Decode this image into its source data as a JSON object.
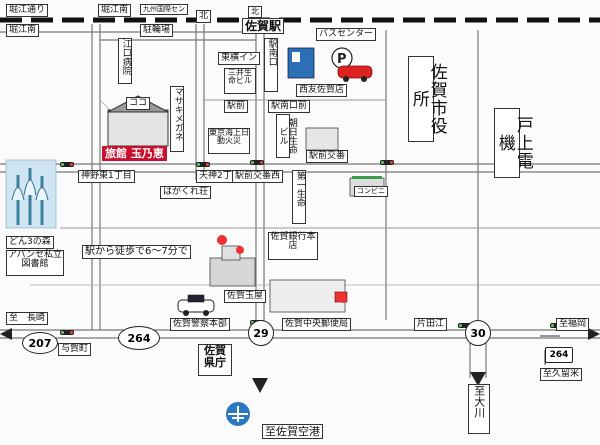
{
  "streets": {
    "horiu_dori": "堀江通り",
    "horie_minami": "堀江南",
    "kyushu_kokusai": "九州国際セン",
    "chushajo": "駐輪場",
    "kita": "北",
    "egutchi": "江口病院",
    "koko": "ココ",
    "masaki_megane": "マサキメガネ",
    "ryokan": "旅館 玉乃恵",
    "jinnouchi": "神野東1丁目",
    "tenjin": "天神2丁目",
    "hagakure": "はがくれ荘",
    "nagasaki": "至　長崎",
    "yogamachi": "与賀町",
    "fukuoka": "至福岡",
    "kuroume": "至久留米",
    "katadae": "片田江",
    "shiyakusho": "佐賀市役所",
    "tochomae": "戸上電機",
    "daiichi": "第一生命",
    "asahi": "朝日生命ビル"
  },
  "station": {
    "name": "佐賀駅",
    "kita": "北",
    "minami": "駅南口",
    "kita_inn": "東横イン",
    "sanibiru": "三井生命ビル",
    "ekimae": "駅前",
    "ekiminami": "駅南口前",
    "bus": "バスセンター",
    "nishitomo": "西友佐賀店",
    "kobanko": "駅前交番",
    "koban": "駅前交番西",
    "tokyo": "東京海上日動火災",
    "conveni": "コンビニ"
  },
  "landmarks": {
    "donsan": "どん3の森",
    "avansee": "アバンセ私立図書館",
    "walk": "駅から徒歩で6～7分で",
    "saga_bank": "佐賀銀行本店",
    "saga_gyokuya": "佐賀玉屋",
    "police": "佐賀警察本部",
    "prefecture": "佐賀県庁",
    "post": "佐賀中央郵便局",
    "airport": "至佐賀空港",
    "okawa": "至大川"
  },
  "routes": {
    "r207": "207",
    "r264a": "264",
    "r29": "29",
    "r30": "30",
    "r264b": "264"
  },
  "colors": {
    "rail": "#222222",
    "road": "#777777",
    "ryokan_bg": "#c8102e",
    "water": "#6aa9d8"
  }
}
